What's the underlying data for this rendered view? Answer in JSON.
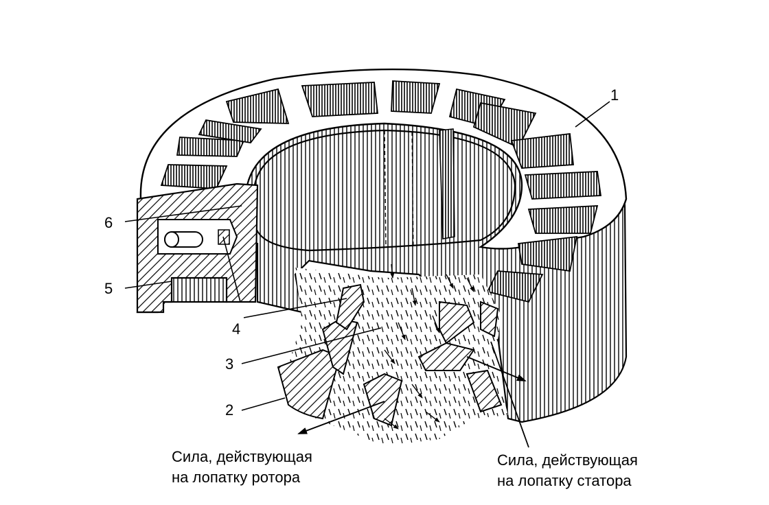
{
  "labels": {
    "part1": "1",
    "part2": "2",
    "part3": "3",
    "part4": "4",
    "part5": "5",
    "part6": "6"
  },
  "captions": {
    "rotor_line1": "Сила, действующая",
    "rotor_line2": "на лопатку ротора",
    "stator_line1": "Сила, действующая",
    "stator_line2": "на лопатку статора"
  },
  "colors": {
    "ink": "#000000",
    "paper": "#ffffff"
  }
}
